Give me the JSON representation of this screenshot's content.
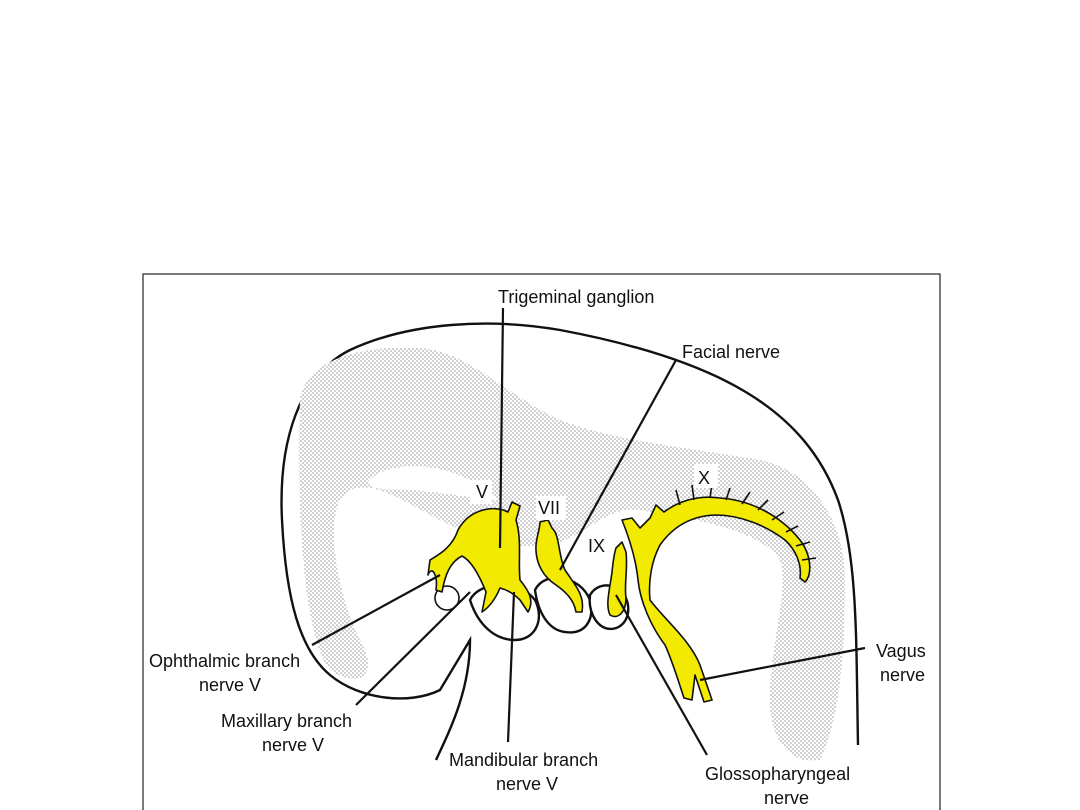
{
  "diagram": {
    "labels": {
      "trigeminal_ganglion": "Trigeminal ganglion",
      "facial_nerve": "Facial nerve",
      "ophthalmic_line1": "Ophthalmic branch",
      "ophthalmic_line2": "nerve V",
      "maxillary_line1": "Maxillary branch",
      "maxillary_line2": "nerve V",
      "mandibular_line1": "Mandibular branch",
      "mandibular_line2": "nerve V",
      "glosso_line1": "Glossopharyngeal",
      "glosso_line2": "nerve",
      "vagus_line1": "Vagus",
      "vagus_line2": "nerve"
    },
    "roman_numerals": {
      "v": "V",
      "vii": "VII",
      "ix": "IX",
      "x": "X"
    },
    "colors": {
      "nerve_fill": "#f2ea00",
      "stipple": "#b9b9b9",
      "outline": "#111111"
    }
  }
}
